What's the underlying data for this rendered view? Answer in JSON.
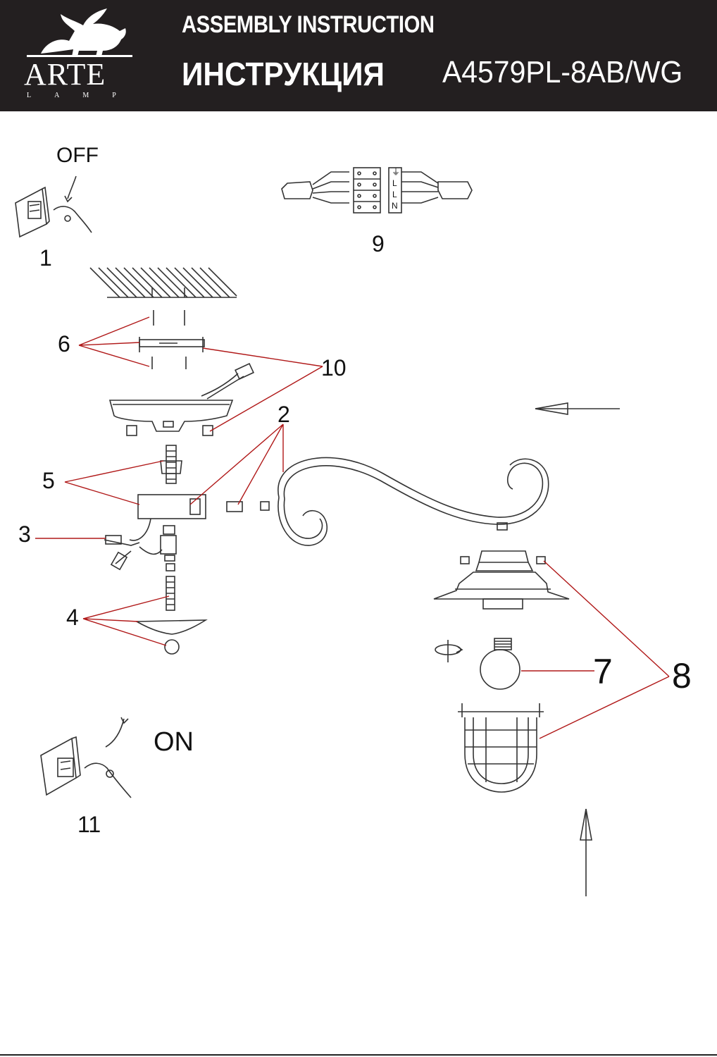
{
  "header": {
    "brand": "ARTE",
    "brand_sub": "LAMP",
    "title_en": "ASSEMBLY INSTRUCTION",
    "title_ru": "ИНСТРУКЦИЯ",
    "model": "A4579PL-8AB/WG"
  },
  "diagram": {
    "switch_off": "OFF",
    "switch_on": "ON",
    "callouts": [
      "1",
      "2",
      "3",
      "4",
      "5",
      "6",
      "7",
      "8",
      "9",
      "10",
      "11"
    ],
    "terminal_marks": [
      "⏚",
      "L",
      "L",
      "N"
    ]
  },
  "colors": {
    "header_bg": "#231f20",
    "line": "#333333",
    "leader": "#b01818"
  }
}
